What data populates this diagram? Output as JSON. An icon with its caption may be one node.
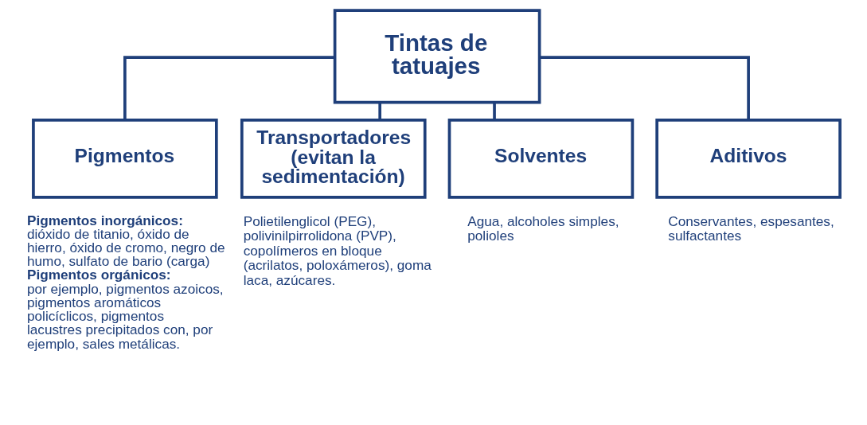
{
  "diagram": {
    "nodes": [
      {
        "text": [
          "Tintas de tatuajes"
        ]
      },
      {
        "text": [
          "Pigmentos"
        ],
        "beside": [
          "**Pigmentos inorgánicos:** dióxido de titanio, óxido de hierro, óxido de cromo, negro de humo, sulfato de bario (carga)",
          "**Pigmentos orgánicos:** por ejemplo, pigmentos azoicos, pigmentos aromáticos policíclicos, pigmentos lacustres precipitados con, por ejemplo, sales metálicas."
        ]
      },
      {
        "text": [
          "Transportadores (evitan la sedimentación)"
        ],
        "beside": [
          "Polietilenglicol (PEG), polivinilpirrolidona (PVP), copolímeros en bloque (acrilatos, poloxámeros), goma laca, azúcares."
        ]
      },
      {
        "text": [
          "Solventes"
        ],
        "beside": [
          "Agua, alcoholes simples, polioles"
        ]
      },
      {
        "text": [
          "Aditivos"
        ],
        "beside": [
          "Conservantes, espesantes, sulfactantes"
        ]
      }
    ],
    "edges": [
      {
        "from": 0,
        "to": 1,
        "arrow": "none"
      },
      {
        "from": 0,
        "to": 2,
        "arrow": "none"
      },
      {
        "from": 0,
        "to": 3,
        "arrow": "none"
      },
      {
        "from": 0,
        "to": 4,
        "arrow": "none"
      }
    ]
  }
}
